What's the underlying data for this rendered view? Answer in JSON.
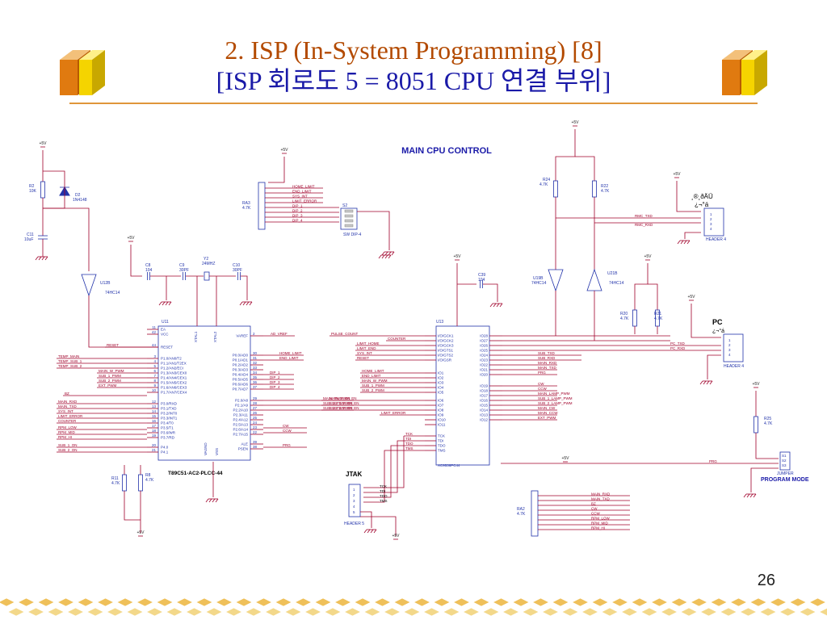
{
  "title_line1": "2. ISP (In-System Programming) [8]",
  "title_line2": "[ISP 회로도 5 = 8051 CPU 연결 부위]",
  "page_number": "26",
  "colors": {
    "title1": "#b34a00",
    "title2": "#1a1aa8",
    "accent": "#e0963a",
    "wire": "#a0002a",
    "component": "#2233aa",
    "frame": "#000000"
  },
  "schematic": {
    "heading": "MAIN CPU CONTROL",
    "jtak_label": "JTAK",
    "pc_label": "PC",
    "program_mode": "PROGRAM MODE",
    "rs232_garbled": "¸®¸ðÄÜ",
    "rs232_garbled2": "¿¬°á",
    "power": "+5V",
    "u11_part": "T89C51-AC2-PLCC-44",
    "u13_part": "XC9536PC44",
    "u11_ref": "U11",
    "u13_ref": "U13",
    "u11_left_pins": [
      {
        "n": "11",
        "name": "EA"
      },
      {
        "n": "42",
        "name": "VCC"
      },
      {
        "n": "44",
        "name": "RESET"
      },
      {
        "n": "3",
        "name": "P1.0/AN0/T2"
      },
      {
        "n": "4",
        "name": "P1.1/AN1/T2EX"
      },
      {
        "n": "5",
        "name": "P1.2/AN2/ECI"
      },
      {
        "n": "6",
        "name": "P1.3/AN3/CEX0"
      },
      {
        "n": "7",
        "name": "P1.4/AN4/CEX1"
      },
      {
        "n": "8",
        "name": "P1.5/AN5/CEX2"
      },
      {
        "n": "9",
        "name": "P1.6/AN6/CEX3"
      },
      {
        "n": "10",
        "name": "P1.7/AN7/CEX4"
      },
      {
        "n": "12",
        "name": "P3.0/RXD"
      },
      {
        "n": "13",
        "name": "P3.1/TXD"
      },
      {
        "n": "14",
        "name": "P3.2/INT0"
      },
      {
        "n": "15",
        "name": "P3.3/INT1"
      },
      {
        "n": "16",
        "name": "P3.4/T0"
      },
      {
        "n": "17",
        "name": "P3.5/T1"
      },
      {
        "n": "18",
        "name": "P3.6/WR"
      },
      {
        "n": "19",
        "name": "P3.7/RD"
      },
      {
        "n": "20",
        "name": "P4.0"
      },
      {
        "n": "21",
        "name": "P4.1"
      }
    ],
    "u11_right_pins": [
      {
        "n": "2",
        "name": "VAREF"
      },
      {
        "n": "30",
        "name": "P0.0/AD0"
      },
      {
        "n": "31",
        "name": "P0.1/AD1"
      },
      {
        "n": "32",
        "name": "P0.2/AD2"
      },
      {
        "n": "33",
        "name": "P0.3/AD3"
      },
      {
        "n": "34",
        "name": "P0.4/AD4"
      },
      {
        "n": "35",
        "name": "P0.5/AD5"
      },
      {
        "n": "36",
        "name": "P0.6/AD6"
      },
      {
        "n": "37",
        "name": "P0.7/AD7"
      },
      {
        "n": "29",
        "name": "P2.0/A8"
      },
      {
        "n": "28",
        "name": "P2.1/A9"
      },
      {
        "n": "27",
        "name": "P2.2/A10"
      },
      {
        "n": "26",
        "name": "P2.3/A11"
      },
      {
        "n": "25",
        "name": "P2.4/A12"
      },
      {
        "n": "24",
        "name": "P2.5/A13"
      },
      {
        "n": "23",
        "name": "P2.6/A14"
      },
      {
        "n": "22",
        "name": "P2.7/A15"
      },
      {
        "n": "39",
        "name": "ALE"
      },
      {
        "n": "38",
        "name": "PSEN"
      }
    ],
    "u11_left_nets": [
      "RESET",
      "TEMP_MAIN",
      "TEMP_SUB_1",
      "TEMP_SUB_2",
      "MAIN_W_PWM",
      "SUB_1_PWM",
      "SUB_2_PWM",
      "EXT_PWM",
      "BZ",
      "MAIN_RXD",
      "MAIN_TXD",
      "SYS_INT",
      "LIMIT_ERROR",
      "COUNTER",
      "RPM_LOW",
      "RPM_MID",
      "RPM_HI",
      "SUB_1_ON",
      "SUB_2_ON"
    ],
    "u11_right_nets": [
      "AD_VREF",
      "HOME_LIMIT",
      "END_LIMIT",
      "DIP_1",
      "DIP_2",
      "DIP_3",
      "DIP_4",
      "MAIN_PWM_EN",
      "SUB_1_PWM_EN",
      "SUB_2_PWM_EN",
      "CW",
      "CCW",
      "PRG"
    ],
    "u13_left_nets": [
      "PULSE_COUNT",
      "COUNTER",
      "LIMIT_HOME",
      "LIMIT_END",
      "SYS_INT",
      "RESET",
      "HOME_LIMIT",
      "END_LIMIT",
      "MAIN_W_PWM",
      "SUB_1_PWM",
      "SUB_2_PWM",
      "MAIN_PWM_EN",
      "SUB_1_PWM_EN",
      "SUB_2_PWM_EN",
      "LIMIT_ERROR",
      "TCK",
      "TDI",
      "TDO",
      "TMS"
    ],
    "u13_left_pins": [
      "I/O/GCK1",
      "I/O/GCK2",
      "I/O/GCK3",
      "I/O/GTS1",
      "I/O/GTS2",
      "I/O/GSR",
      "IO1",
      "IO2",
      "IO3",
      "IO4",
      "IO5",
      "IO6",
      "IO7",
      "IO8",
      "IO9",
      "IO10",
      "IO11",
      "TCK",
      "TDI",
      "TDO",
      "TMS"
    ],
    "u13_right_pins": [
      "IO28",
      "IO27",
      "IO26",
      "IO25",
      "IO24",
      "IO23",
      "IO22",
      "IO21",
      "IO20",
      "IO19",
      "IO18",
      "IO17",
      "IO16",
      "IO15",
      "IO14",
      "IO13",
      "IO12"
    ],
    "u13_right_nets": [
      "SUB_TXD",
      "SUB_RXD",
      "MAIN_RXD",
      "MAIN_TXD",
      "PRG",
      "CW",
      "CCW",
      "MAIN_LAMP_PWM",
      "SUB_1_LAMP_PWM",
      "SUB_2_LAMP_PWM",
      "MAIN_CW",
      "MAIN_CCW",
      "EXT_PWM"
    ],
    "dip_nets": [
      "HOME_LIMIT",
      "END_LIMIT",
      "SYS_INT",
      "LIMIT_ERROR",
      "DIP_1",
      "DIP_2",
      "DIP_3",
      "DIP_4"
    ],
    "ra3": {
      "ref": "RA3",
      "val": "4.7K"
    },
    "s2": {
      "ref": "S2",
      "part": "SW DIP-4"
    },
    "ra2": {
      "ref": "RA2",
      "val": "4.7K"
    },
    "ra2_nets": [
      "MAIN_RXD",
      "MAIN_TXD",
      "BZ",
      "CW",
      "CCW",
      "RPM_LOW",
      "RPM_MID",
      "RPM_HI"
    ],
    "header_top": {
      "ref": "HEADER 4",
      "nets": [
        "RMC_TXD",
        "RMC_RXD"
      ]
    },
    "header_pc": {
      "ref": "HEADER 4",
      "nets": [
        "PC_TXD",
        "PC_RXD"
      ]
    },
    "header_jtag": {
      "ref": "HEADER 5",
      "pins": [
        "1",
        "2",
        "3",
        "4",
        "5"
      ],
      "nets": [
        "TCK",
        "TDI",
        "TDO",
        "TMS"
      ]
    },
    "jumper": {
      "ref": "JUMPER",
      "pins": [
        "S1",
        "S2",
        "S3"
      ]
    },
    "parts": {
      "r2": {
        "ref": "R2",
        "val": "10K"
      },
      "d2": {
        "ref": "D2",
        "val": "1N4148"
      },
      "c11": {
        "ref": "C11",
        "val": "10uF"
      },
      "u12b": {
        "ref": "U12B",
        "val": "74HC14"
      },
      "c8": {
        "ref": "C8",
        "val": "104"
      },
      "c9": {
        "ref": "C9",
        "val": "30PF"
      },
      "y2": {
        "ref": "Y2",
        "val": "24MHZ"
      },
      "c10": {
        "ref": "C10",
        "val": "30PF"
      },
      "c39": {
        "ref": "C39",
        "val": "104"
      },
      "u19b": {
        "ref": "U19B",
        "val": "74HC14"
      },
      "u21b": {
        "ref": "U21B",
        "val": "74HC14"
      },
      "r24": {
        "ref": "R24",
        "val": "4.7K"
      },
      "r22": {
        "ref": "R22",
        "val": "4.7K"
      },
      "r20": {
        "ref": "R20",
        "val": "4.7K"
      },
      "r21": {
        "ref": "R21",
        "val": "4.7K"
      },
      "r25": {
        "ref": "R25",
        "val": "4.7K"
      },
      "r11": {
        "ref": "R11",
        "val": "4.7K"
      },
      "r8": {
        "ref": "R8",
        "val": "4.7K"
      }
    },
    "xtal_labels": [
      "XTAL1",
      "XTAL2"
    ],
    "pwr_labels": [
      "VAGND",
      "VSS"
    ]
  }
}
